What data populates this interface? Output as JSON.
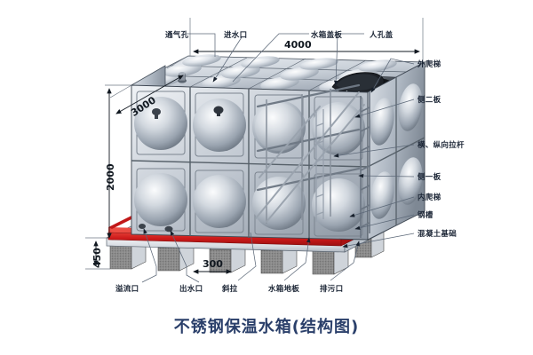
{
  "title": "不锈钢保温水箱(结构图)",
  "dimensions": {
    "width": "4000",
    "depth": "3000",
    "height": "2000",
    "base_height": "450",
    "leg_spacing": "300"
  },
  "labels_top": [
    {
      "id": "vent-hole",
      "text": "通气孔"
    },
    {
      "id": "water-inlet",
      "text": "进水口"
    },
    {
      "id": "tank-cover-plate",
      "text": "水箱盖板"
    },
    {
      "id": "manhole-cover",
      "text": "人孔盖"
    }
  ],
  "labels_right": [
    {
      "id": "outer-ladder",
      "text": "外爬梯"
    },
    {
      "id": "side-panel-two",
      "text": "侧二板"
    },
    {
      "id": "tie-rods",
      "text": "横、纵向拉杆"
    },
    {
      "id": "side-panel-one",
      "text": "侧一板"
    },
    {
      "id": "inner-ladder",
      "text": "内爬梯"
    },
    {
      "id": "steel-channel",
      "text": "钢槽"
    },
    {
      "id": "concrete-foundation",
      "text": "混凝土基础"
    }
  ],
  "labels_bottom": [
    {
      "id": "overflow-port",
      "text": "溢流口"
    },
    {
      "id": "water-outlet",
      "text": "出水口"
    },
    {
      "id": "diagonal-brace",
      "text": "斜拉"
    },
    {
      "id": "tank-floor",
      "text": "水箱地板"
    },
    {
      "id": "drain-port",
      "text": "排污口"
    }
  ],
  "colors": {
    "title": "#2a3f6a",
    "channel_red": "#cc1a1a",
    "panel_light": "#e8ecf0",
    "panel_mid": "#b4bcc6",
    "panel_dark": "#7d8793",
    "line": "#2b3442",
    "concrete": "#8d8d8d"
  },
  "chart_data": {
    "type": "diagram",
    "title": "不锈钢保温水箱(结构图)",
    "annotations": [
      "4000",
      "3000",
      "2000",
      "450",
      "300"
    ]
  }
}
